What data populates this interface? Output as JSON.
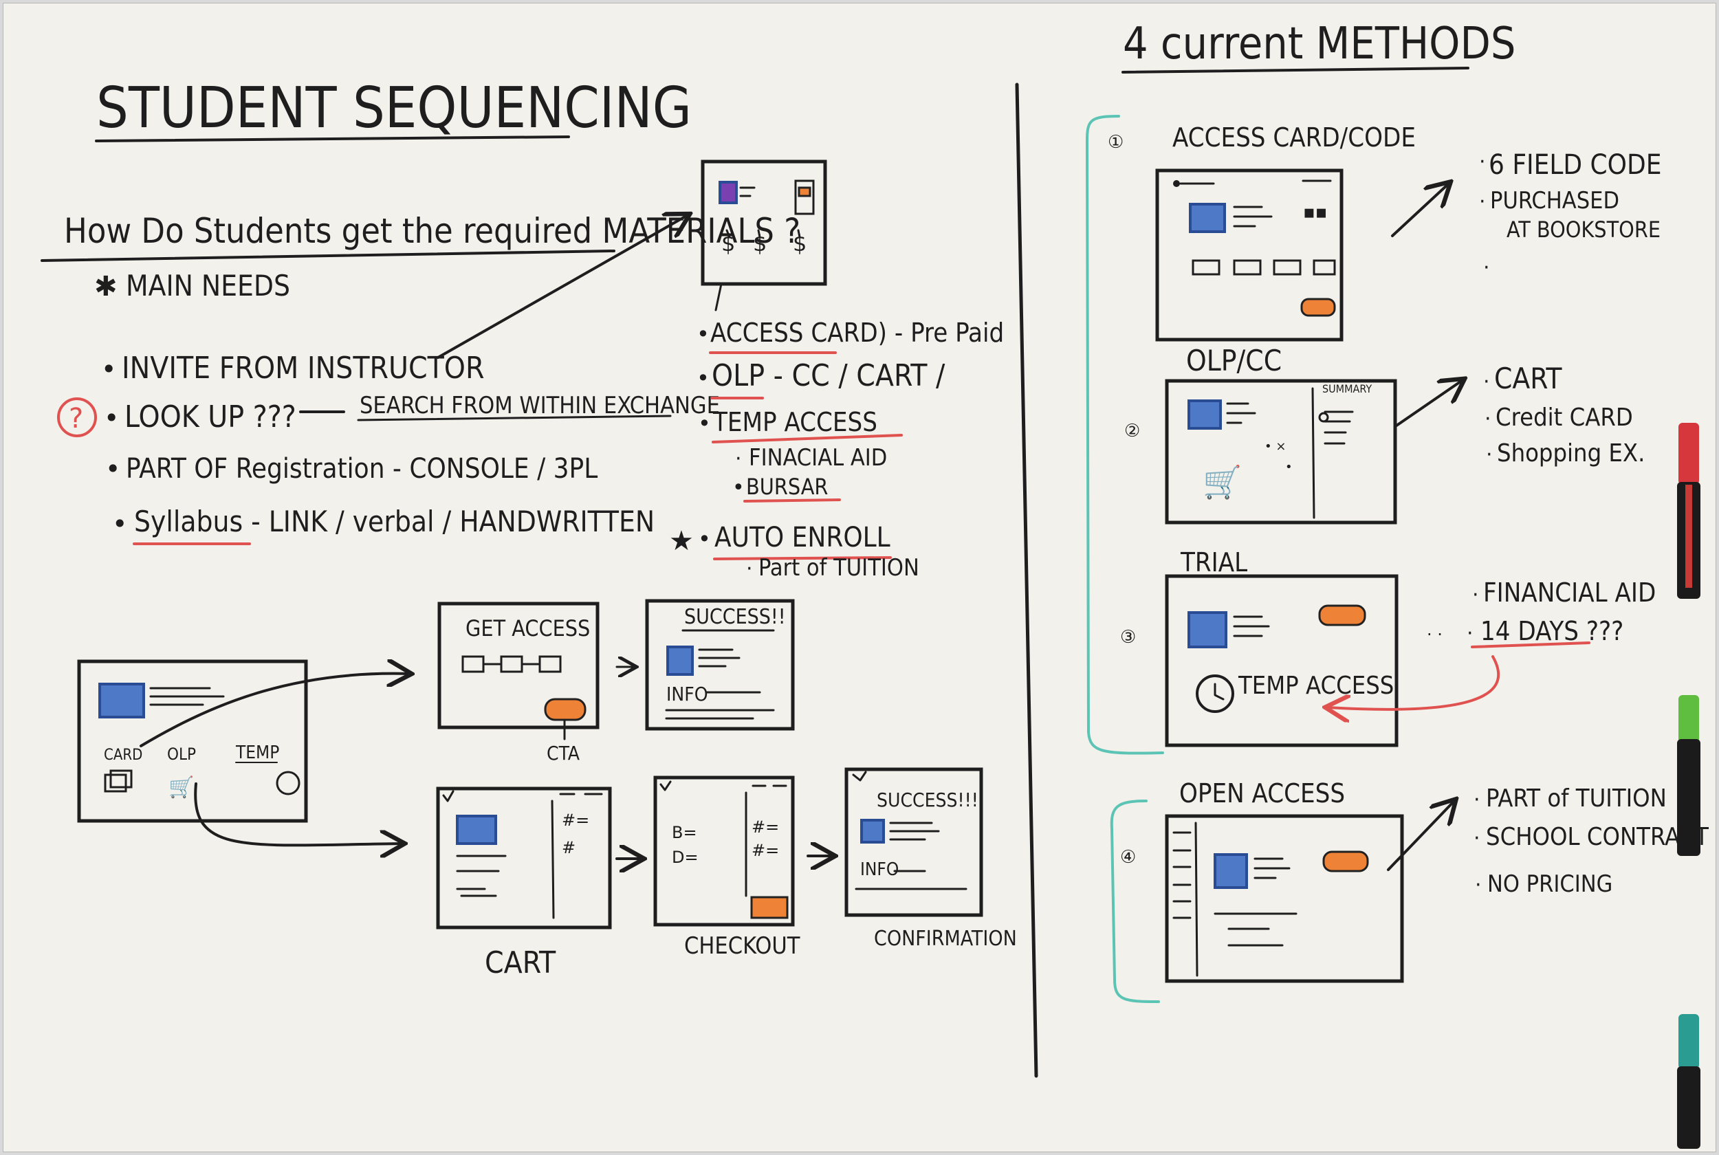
{
  "left": {
    "title": "STUDENT SEQUENCING",
    "question": "How Do Students get the required MATERIALS ?",
    "main_needs": "MAIN NEEDS",
    "needs": [
      "INVITE FROM INSTRUCTOR",
      "LOOK UP ???",
      "SEARCH FROM WITHIN EXCHANGE",
      "PART OF Registration - CONSOLE / 3PL",
      "Syllabus - LINK / verbal / HANDWRITTEN"
    ],
    "options": [
      "ACCESS CARD) - Pre Paid",
      "OLP - CC / CART /",
      "TEMP ACCESS",
      "FINACIAL AID",
      "BURSAR",
      "AUTO ENROLL",
      "Part of TUITION"
    ],
    "sketch_labels": {
      "card": "CARD",
      "olp": "OLP",
      "temp": "TEMP",
      "get_access": "GET ACCESS",
      "success_top": "SUCCESS!!",
      "info": "INFO",
      "cta": "CTA",
      "success_bottom": "SUCCESS!!!",
      "info_bottom": "INFO",
      "cart": "CART",
      "checkout": "CHECKOUT",
      "confirmation": "CONFIRMATION"
    }
  },
  "right": {
    "title": "4 current METHODS",
    "methods": [
      {
        "label": "ACCESS CARD/CODE",
        "notes": [
          "6 FIELD CODE",
          "PURCHASED",
          "AT BOOKSTORE"
        ]
      },
      {
        "label": "OLP/CC",
        "panel_label": "SUMMARY",
        "notes": [
          "CART",
          "Credit CARD",
          "Shopping EX."
        ]
      },
      {
        "label": "TRIAL",
        "inner_text": "TEMP ACCESS",
        "notes": [
          "FINANCIAL AID",
          "14 DAYS ???"
        ]
      },
      {
        "label": "OPEN ACCESS",
        "notes": [
          "PART of TUITION",
          "SCHOOL CONTRACT",
          "NO PRICING"
        ]
      }
    ]
  },
  "colors": {
    "board": "#f3f1ec",
    "ink": "#1e1e1e",
    "blue": "#4d79c7",
    "orange": "#ee8236",
    "red": "#e0524f",
    "teal": "#5cc4b4"
  },
  "icons": [
    "marker-red",
    "marker-green",
    "marker-teal",
    "shopping-cart-icon",
    "clock-icon",
    "star-icon"
  ]
}
